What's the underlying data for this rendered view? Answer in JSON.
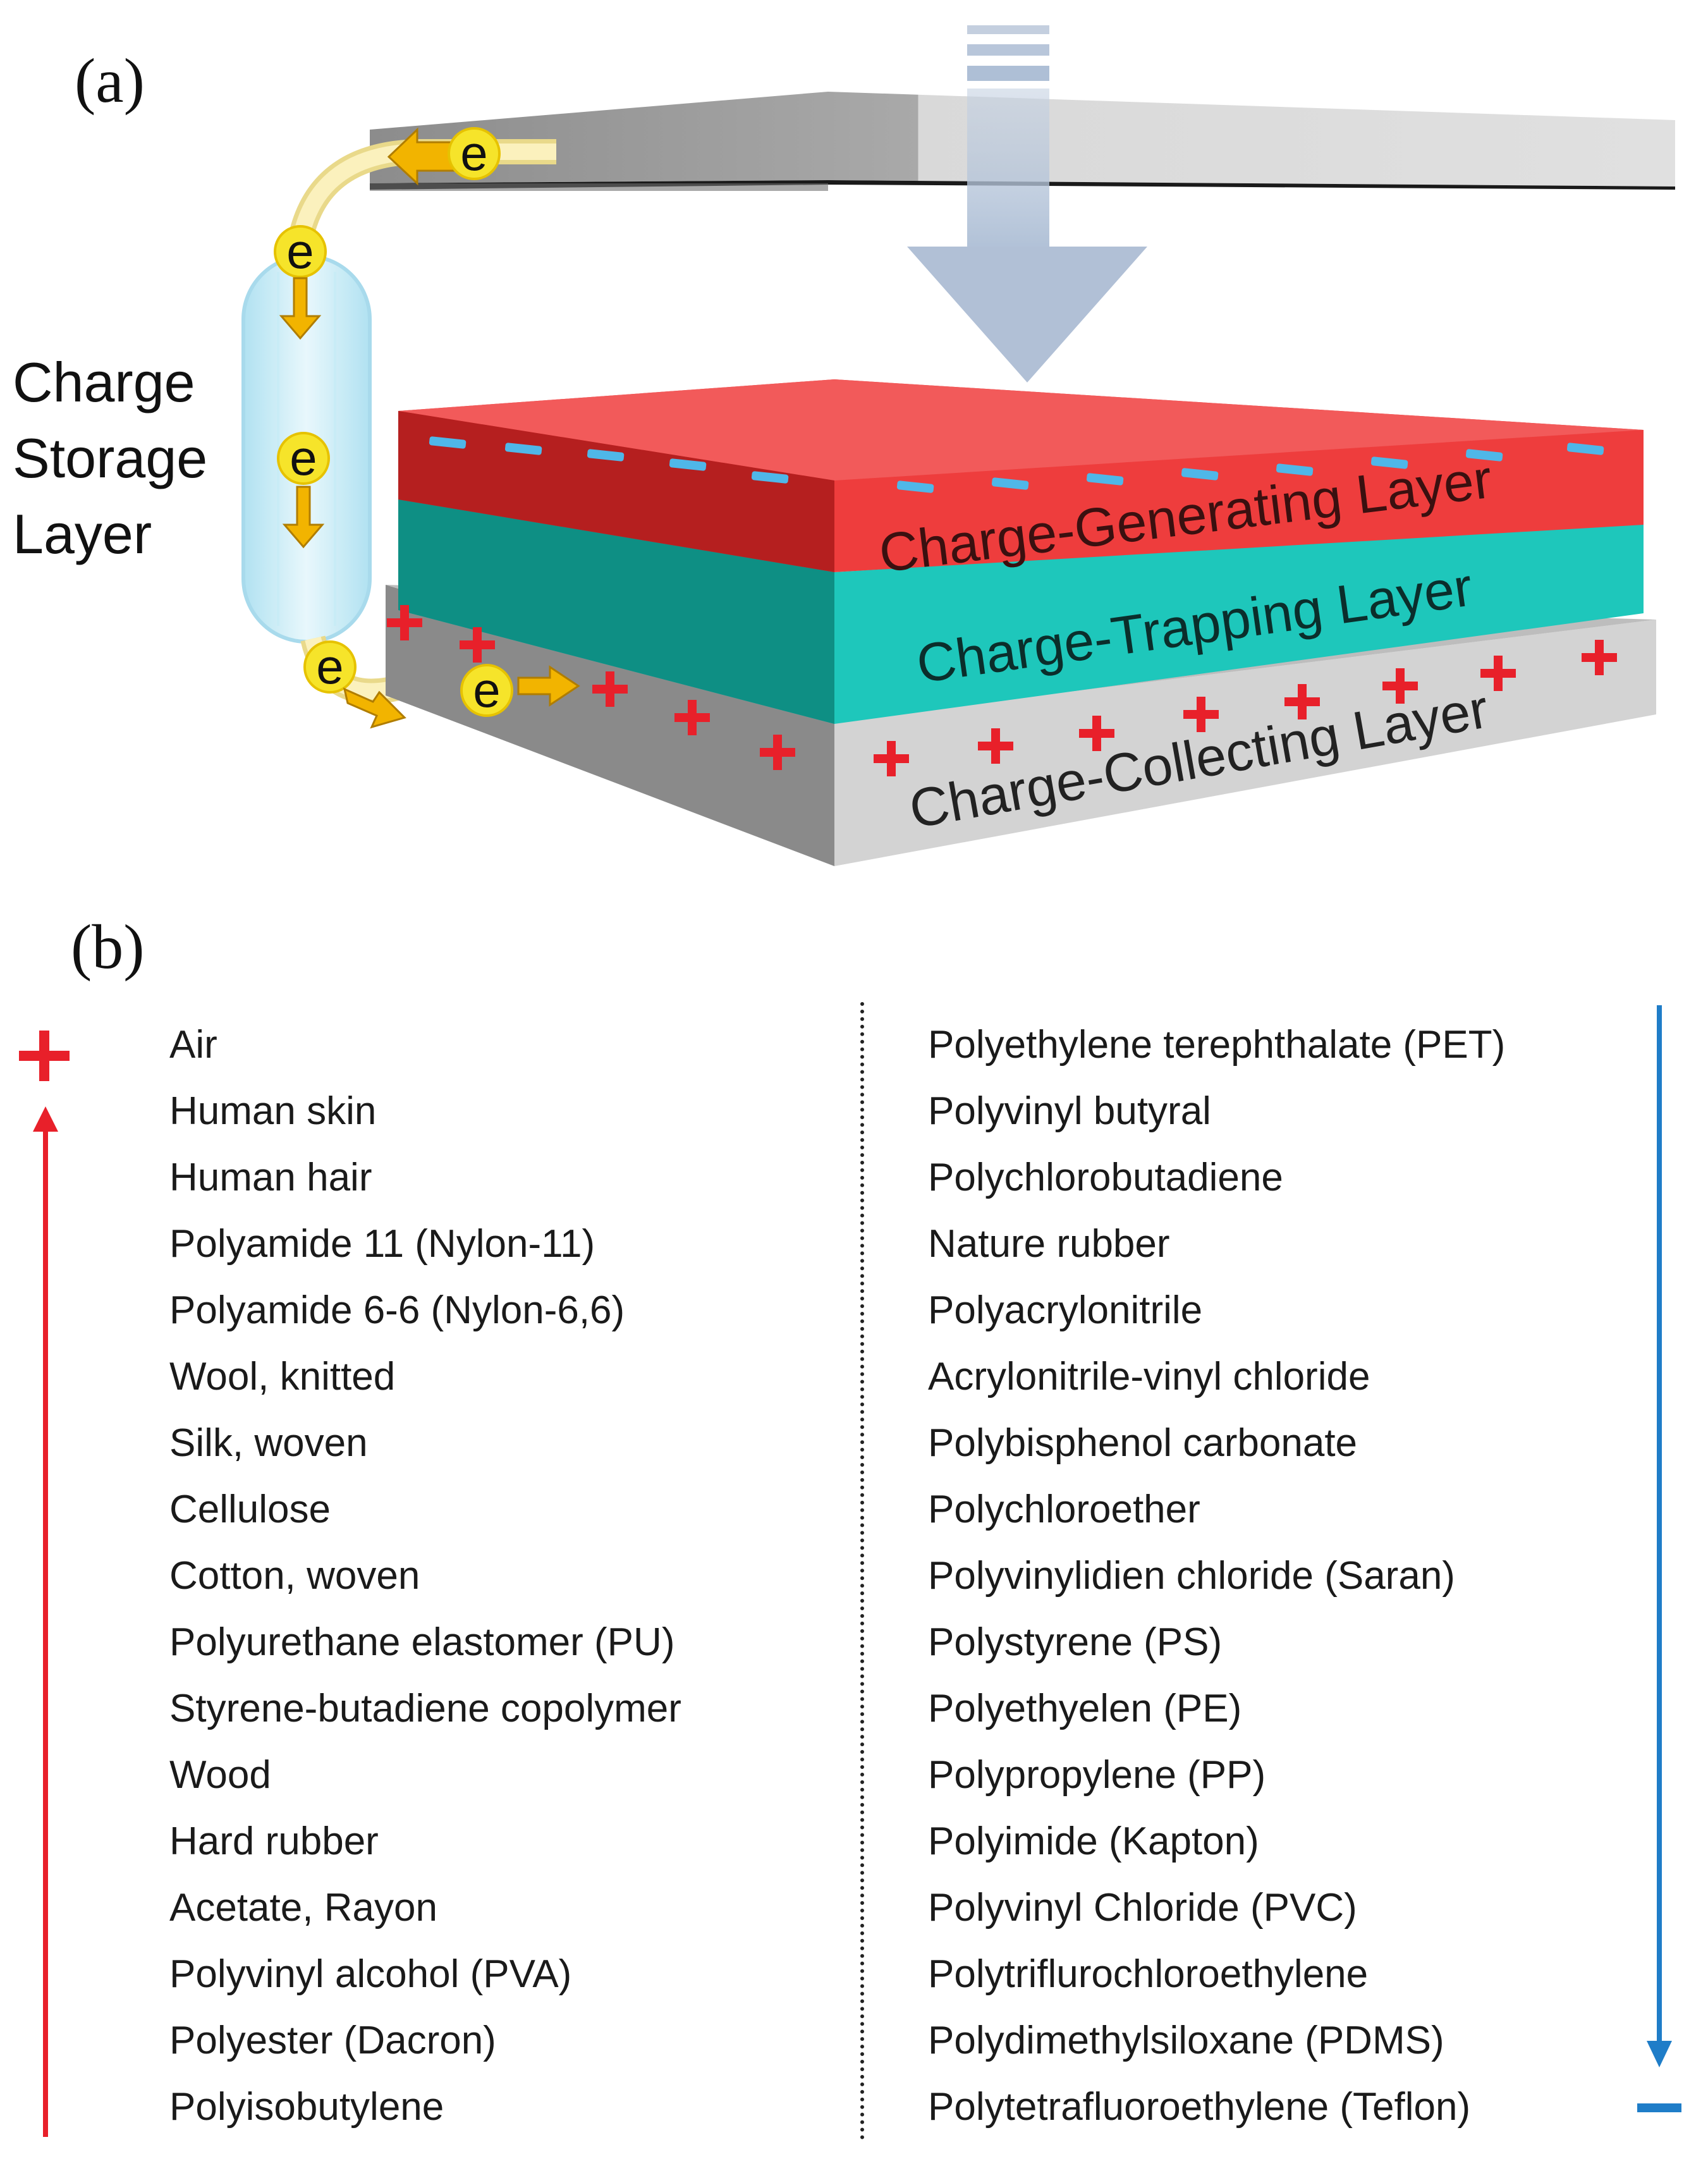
{
  "panel_a": {
    "label": "(a)",
    "storage_label": [
      "Charge",
      "Storage",
      "Layer"
    ],
    "electron_symbol": "e",
    "layers": {
      "generating": "Charge-Generating Layer",
      "trapping": "Charge-Trapping Layer",
      "collecting": "Charge-Collecting Layer"
    },
    "colors": {
      "generating": "#ee3d3d",
      "trapping": "#1cc2b7",
      "collecting": "#c9c9c9",
      "negative_charge": "#4fb7e8",
      "positive_charge": "#e8202a",
      "electron": "#f6e42a",
      "arrow": "#f2b400",
      "press_arrow": "#b9c8dd"
    }
  },
  "panel_b": {
    "label": "(b)",
    "positive_symbol": "+",
    "negative_symbol": "−",
    "left_column": [
      "Air",
      "Human skin",
      "Human hair",
      "Polyamide 11 (Nylon-11)",
      "Polyamide 6-6 (Nylon-6,6)",
      "Wool, knitted",
      "Silk, woven",
      "Cellulose",
      "Cotton, woven",
      "Polyurethane elastomer (PU)",
      "Styrene-butadiene copolymer",
      "Wood",
      "Hard rubber",
      "Acetate, Rayon",
      "Polyvinyl alcohol (PVA)",
      "Polyester (Dacron)",
      "Polyisobutylene"
    ],
    "right_column": [
      "Polyethylene terephthalate (PET)",
      "Polyvinyl butyral",
      "Polychlorobutadiene",
      "Nature rubber",
      "Polyacrylonitrile",
      "Acrylonitrile-vinyl chloride",
      "Polybisphenol carbonate",
      "Polychloroether",
      "Polyvinylidien chloride (Saran)",
      "Polystyrene (PS)",
      "Polyethyelen (PE)",
      "Polypropylene (PP)",
      "Polyimide (Kapton)",
      "Polyvinyl Chloride (PVC)",
      "Polytriflurochloroethylene",
      "Polydimethylsiloxane (PDMS)",
      "Polytetrafluoroethylene (Teflon)"
    ],
    "colors": {
      "positive": "#e8202a",
      "negative": "#1f7dc8"
    }
  }
}
